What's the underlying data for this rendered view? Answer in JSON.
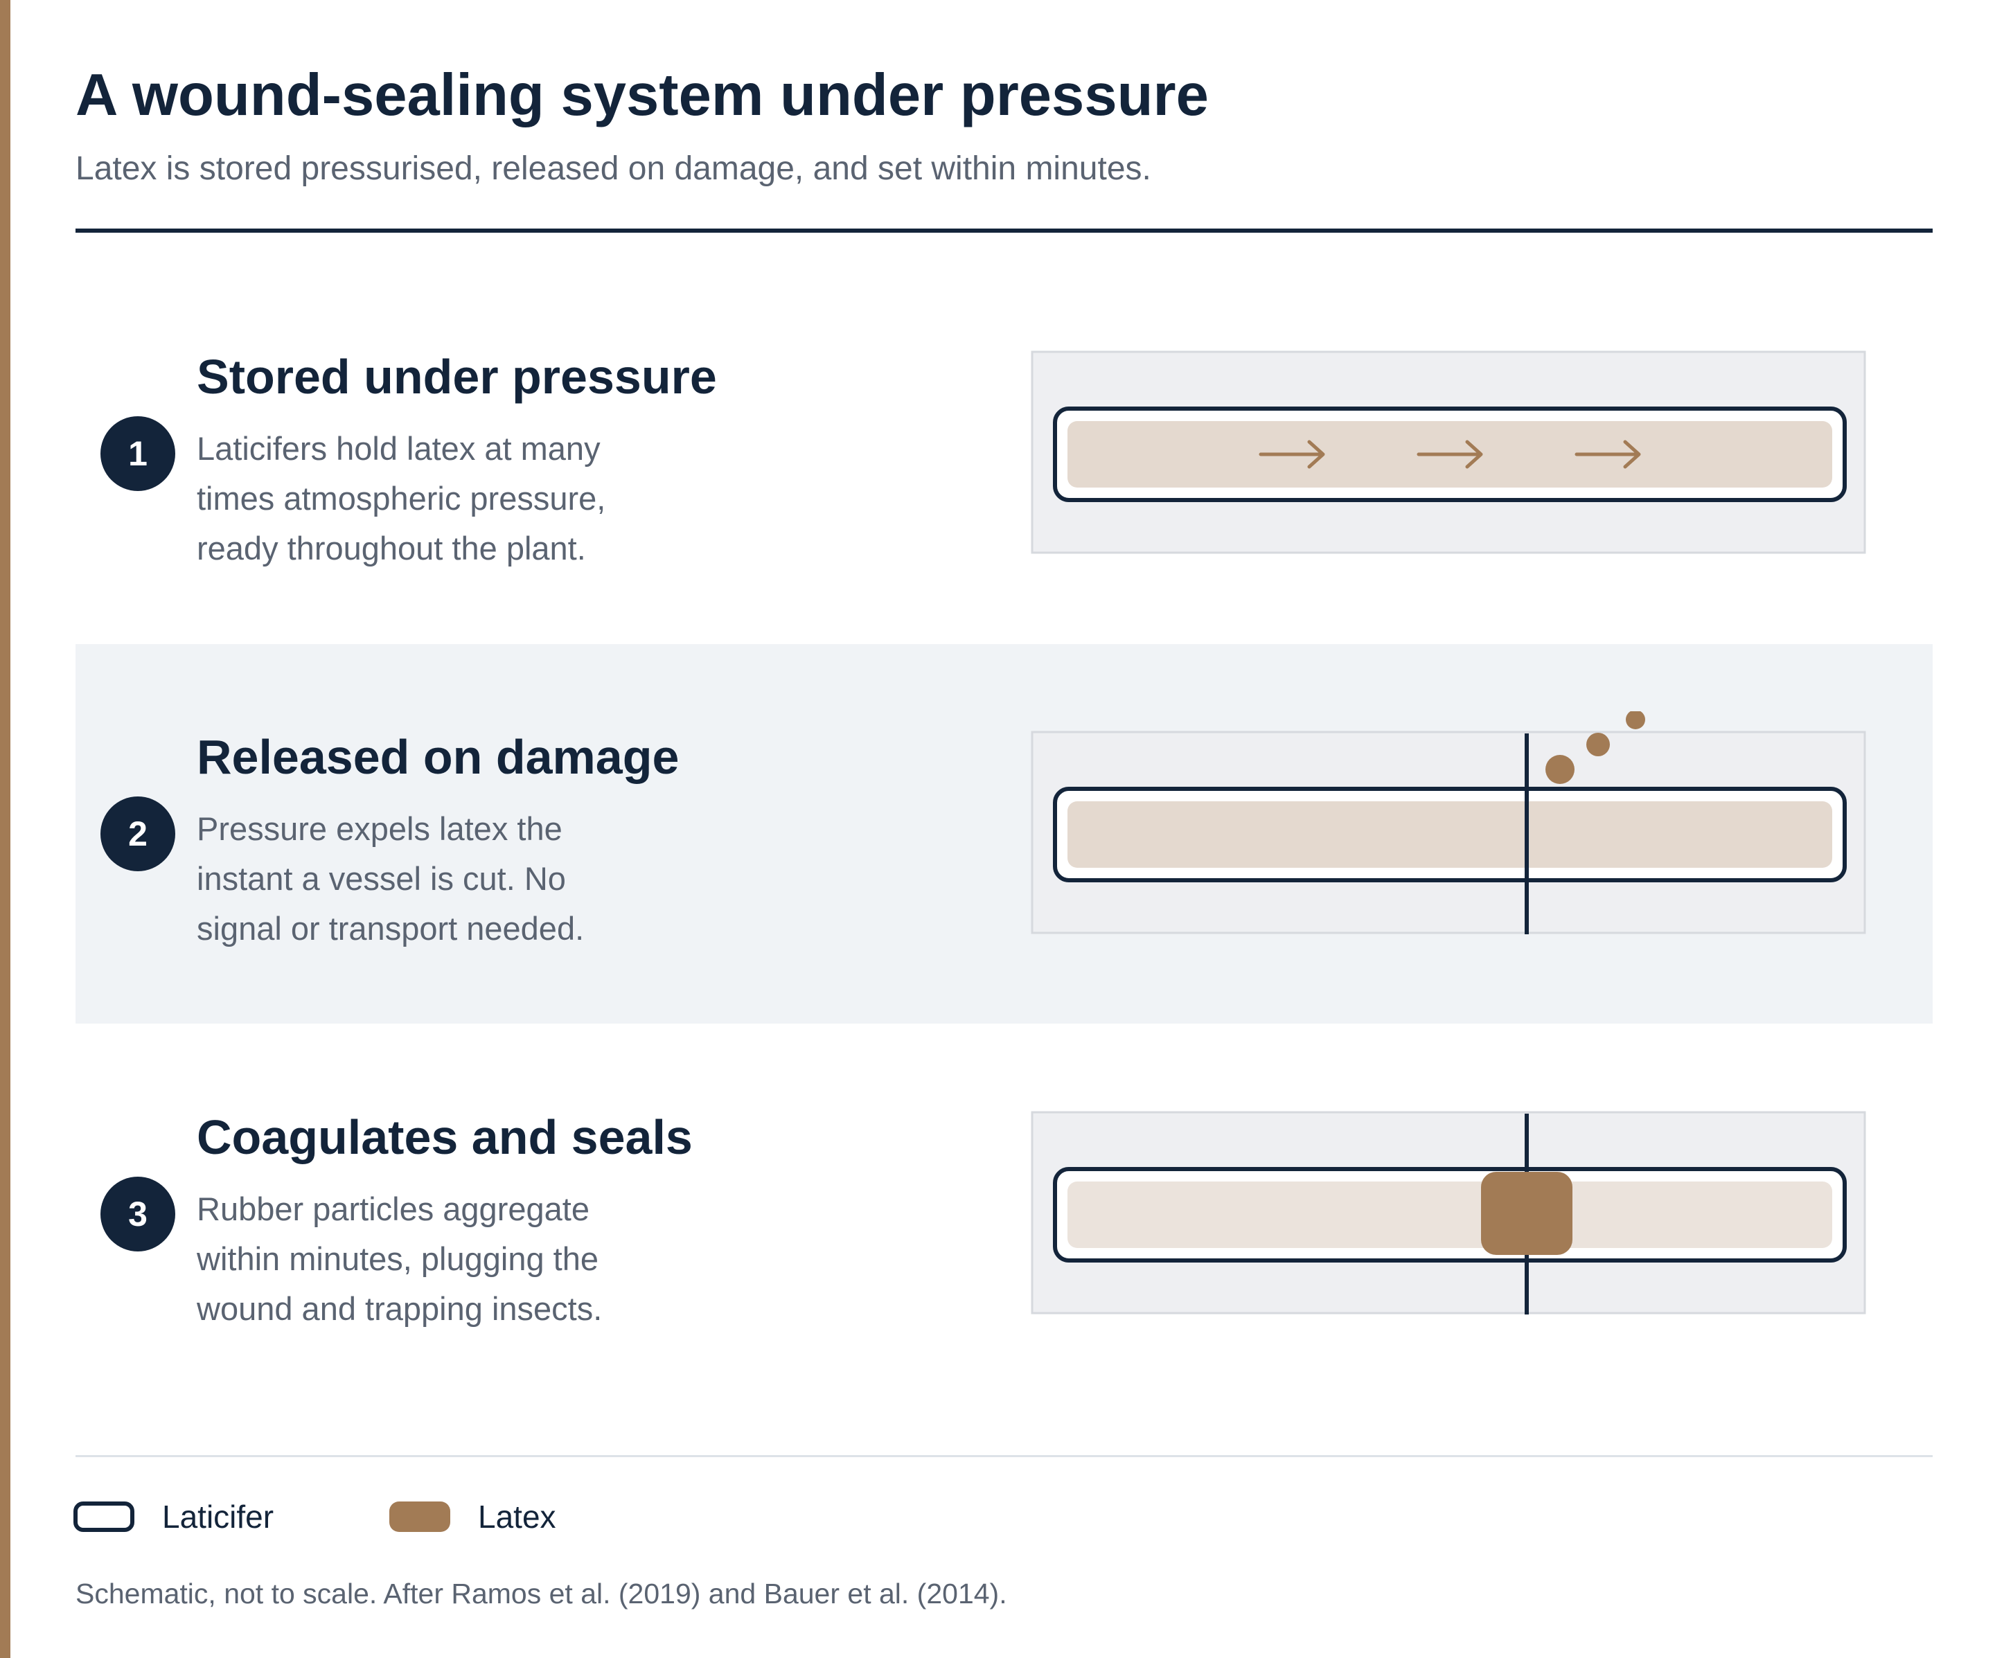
{
  "header": {
    "title": "A wound-sealing system under pressure",
    "subtitle": "Latex is stored pressurised, released on damage, and set within minutes."
  },
  "steps": [
    {
      "number": "1",
      "title": "Stored under pressure",
      "body_lines": [
        "Laticifers hold latex at many",
        "times atmospheric pressure,",
        "ready throughout the plant."
      ],
      "figure": "arrow-flow"
    },
    {
      "number": "2",
      "title": "Released on damage",
      "body_lines": [
        "Pressure expels latex the",
        "instant a vessel is cut. No",
        "signal or transport needed."
      ],
      "figure": "cut-droplets"
    },
    {
      "number": "3",
      "title": "Coagulates and seals",
      "body_lines": [
        "Rubber particles aggregate",
        "within minutes, plugging the",
        "wound and trapping insects."
      ],
      "figure": "clot-seal"
    }
  ],
  "legend": [
    {
      "key": "laticifer",
      "label": "Laticifer"
    },
    {
      "key": "latex",
      "label": "Latex"
    }
  ],
  "source_note": "Schematic, not to scale. After Ramos et al. (2019) and Bauer et al. (2014).",
  "colors": {
    "navy": "#13243a",
    "latex_brown": "#a27b55",
    "latex_fill": "#e4d9cf",
    "latex_fill_faded": "#ebe3dc",
    "panel_bg": "#eeeff2",
    "band_bg": "#f0f3f6",
    "muted_text": "#5a6371"
  }
}
